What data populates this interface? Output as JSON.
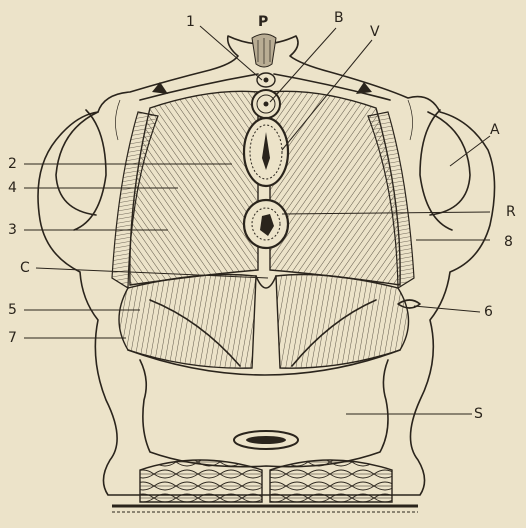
{
  "figure": {
    "labels": {
      "P": "P",
      "B": "B",
      "V": "V",
      "one": "1",
      "two": "2",
      "four": "4",
      "three": "3",
      "A": "A",
      "R": "R",
      "eight": "8",
      "C": "C",
      "five": "5",
      "six": "6",
      "seven": "7",
      "S": "S"
    }
  }
}
